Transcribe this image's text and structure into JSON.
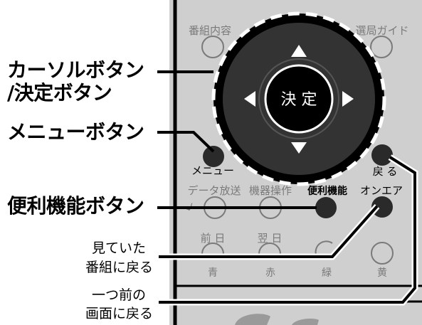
{
  "callouts": {
    "cursor_line1": "カーソルボタン",
    "cursor_line2": "/決定ボタン",
    "menu": "メニューボタン",
    "benri": "便利機能ボタン",
    "live_line1": "見ていた",
    "live_line2": "番組に戻る",
    "back_line1": "一つ前の",
    "back_line2": "画面に戻る"
  },
  "remote": {
    "bangumi_naiyou": "番組内容",
    "senkyoku_guide": "選局ガイド",
    "kettei": "決 定",
    "menu": "メニュー",
    "modoru": "戻 る",
    "data_housou": "データ放送",
    "kiki_sousa": "機器操作",
    "benri_kinou": "便利機能",
    "on_air": "オンエア",
    "maebi": "前 日",
    "yokujitsu": "翌 日",
    "ao": "青",
    "aka": "赤",
    "midori": "緑",
    "ki": "黄"
  },
  "colors": {
    "remote_body": "#cfcfcf",
    "button_dark": "#2a2a2a",
    "ring_dashed": "#ffffff",
    "line": "#000000"
  }
}
